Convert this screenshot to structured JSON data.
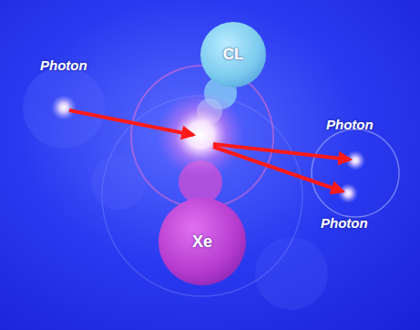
{
  "diagram": {
    "nodes": [
      {
        "text": [
          "CL"
        ]
      },
      {
        "text": [
          "Xe"
        ]
      }
    ],
    "labels": [
      "Photon",
      "Photon",
      "Photon"
    ]
  }
}
